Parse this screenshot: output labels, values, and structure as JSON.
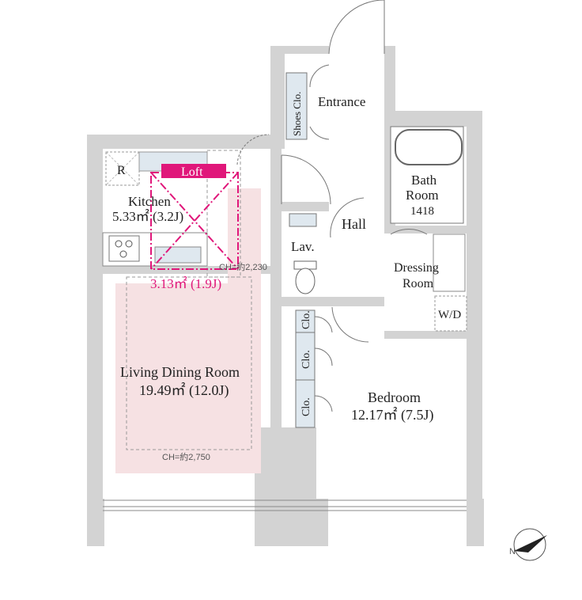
{
  "rooms": {
    "entrance": "Entrance",
    "shoes_closet": "Shoes Clo.",
    "bath_room_line1": "Bath",
    "bath_room_line2": "Room",
    "bath_size": "1418",
    "hall": "Hall",
    "lav": "Lav.",
    "dressing_line1": "Dressing",
    "dressing_line2": "Room",
    "washer_dryer": "W/D",
    "refrigerator": "R",
    "kitchen_name": "Kitchen",
    "kitchen_area": "5.33㎡ (3.2J)",
    "loft_name": "Loft",
    "loft_area": "3.13㎡ (1.9J)",
    "ceiling_kitchen": "CH=約2,230",
    "ldk_name": "Living Dining Room",
    "ldk_area": "19.49㎡ (12.0J)",
    "ceiling_living": "CH=約2,750",
    "closet_1": "Clo.",
    "closet_2": "Clo.",
    "closet_3": "Clo.",
    "bedroom_name": "Bedroom",
    "bedroom_area": "12.17㎡ (7.5J)"
  },
  "compass": {
    "label": "N"
  },
  "colors": {
    "wall": "#d3d3d3",
    "loft": "#e0177a",
    "loft_shade": "#f6e1e3",
    "fixture": "#dfe8ef"
  }
}
